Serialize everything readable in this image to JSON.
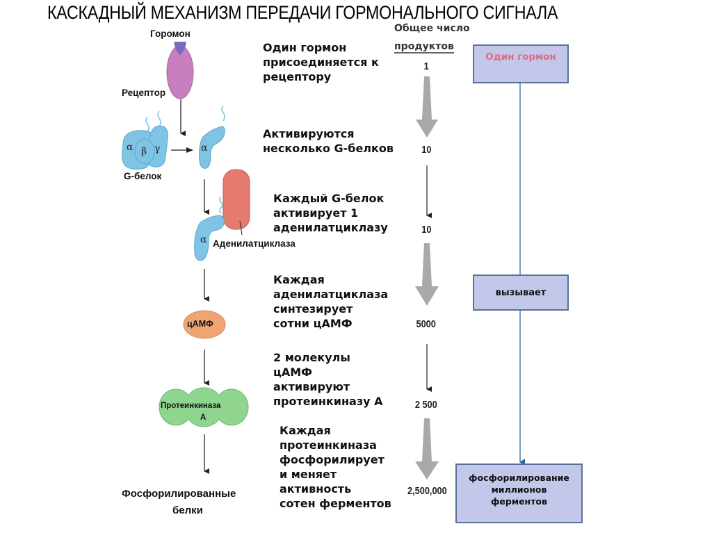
{
  "title": "КАСКАДНЫЙ МЕХАНИЗМ ПЕРЕДАЧИ ГОРМОНАЛЬНОГО СИГНАЛА",
  "left_diagram": {
    "hormone_label": "Горомон",
    "receptor_label": "Рецептор",
    "g_protein_label": "G-белок",
    "g_subunits": [
      "α",
      "β",
      "γ"
    ],
    "alpha_label": "α",
    "adenylate_cyclase_label": "Аденилатциклаза",
    "camp_label": "цАМФ",
    "protein_kinase_label_line1": "Протеинкиназа",
    "protein_kinase_label_line2": "А",
    "phosphorylated_line1": "Фосфорилированные",
    "phosphorylated_line2": "белки"
  },
  "steps": [
    {
      "text": "Один гормон\nприсоединяется к\nрецептору",
      "count": "1"
    },
    {
      "text": "Активируются\nнесколько G-белков",
      "count": "10"
    },
    {
      "text": "Каждый G-белок\nактивирует 1\nаденилатциклазу",
      "count": "10"
    },
    {
      "text": "Каждая\nаденилатциклаза\nсинтезирует\nсотни цАМФ",
      "count": "5000"
    },
    {
      "text": "2 молекулы\nцАМФ\nактивируют\nпротеинкиназу А",
      "count": "2 500"
    },
    {
      "text": "Каждая\nпротеинкиназа\nфосфорилирует\nи меняет\nактивность\nсотен ферментов",
      "count": "2,500,000"
    }
  ],
  "count_header": {
    "line1": "Общее число",
    "line2": "продуктов"
  },
  "summary": {
    "box1": "Один гормон",
    "box2": "вызывает",
    "box3": "фосфорилирование\nмиллионов\nферментов"
  },
  "colors": {
    "receptor": "#c77fc0",
    "hormone": "#7a6bbf",
    "g_protein": "#7fc4e4",
    "adenylate_cyclase": "#e57b6e",
    "camp": "#f0a474",
    "protein_kinase": "#8fd48f",
    "summary_box": "#c3c8ea",
    "summary_box_title": "#e06a84",
    "gray_arrow": "#a9a9a9"
  }
}
